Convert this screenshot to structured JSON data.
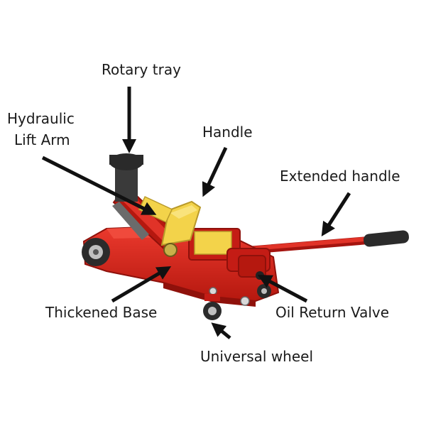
{
  "labels": {
    "rotary_tray": "Rotary tray",
    "hydraulic_lift_arm_line1": "Hydraulic",
    "hydraulic_lift_arm_line2": "Lift Arm",
    "handle": "Handle",
    "extended_handle": "Extended handle",
    "thickened_base": "Thickened Base",
    "oil_return_valve": "Oil Return Valve",
    "universal_wheel": "Universal wheel"
  },
  "colors": {
    "body_red": "#d9241f",
    "dark_red": "#a5140f",
    "bracket_yellow": "#f3d34a",
    "grip_black": "#2b2b2b",
    "arrow_black": "#111111"
  }
}
